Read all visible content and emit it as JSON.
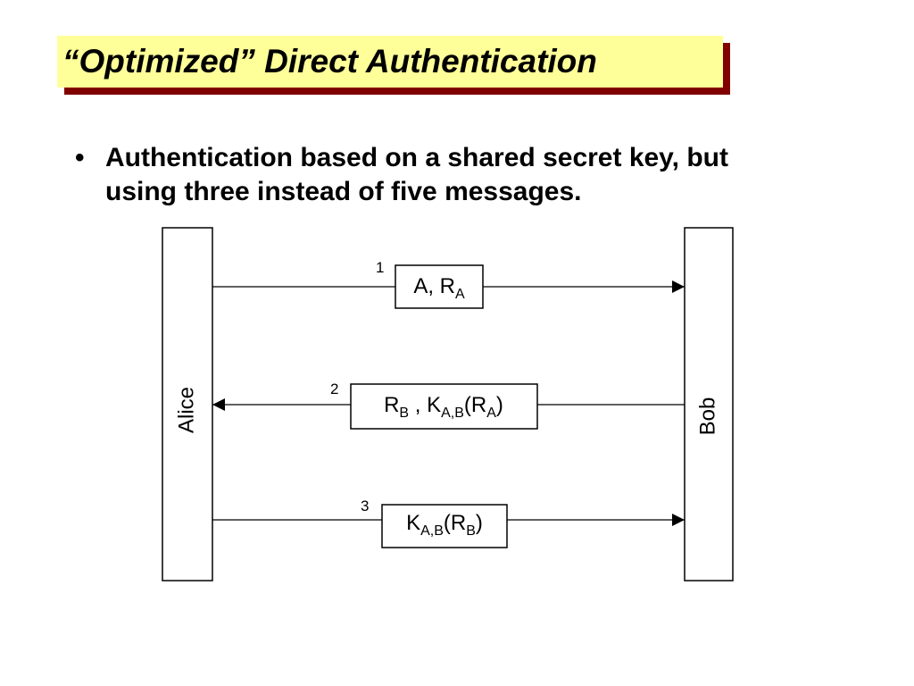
{
  "slide": {
    "title": "“Optimized” Direct Authentication",
    "bullet_symbol": "•",
    "bullet_line1": "Authentication based on a shared secret key, but",
    "bullet_line2": "using three instead of five messages.",
    "colors": {
      "title_bg": "#ffff99",
      "title_shadow": "#800000"
    }
  },
  "diagram": {
    "left_party": "Alice",
    "right_party": "Bob",
    "messages": [
      {
        "number": "1",
        "direction": "right",
        "parts": [
          {
            "main": "A, R",
            "sub": "A"
          }
        ]
      },
      {
        "number": "2",
        "direction": "left",
        "parts": [
          {
            "main": "R",
            "sub": "B"
          },
          {
            "main": " , K",
            "sub": "A,B"
          },
          {
            "main": "(R",
            "sub": "A"
          },
          {
            "main": ")",
            "sub": ""
          }
        ]
      },
      {
        "number": "3",
        "direction": "right",
        "parts": [
          {
            "main": "K",
            "sub": "A,B"
          },
          {
            "main": "(R",
            "sub": "B"
          },
          {
            "main": ")",
            "sub": ""
          }
        ]
      }
    ]
  }
}
